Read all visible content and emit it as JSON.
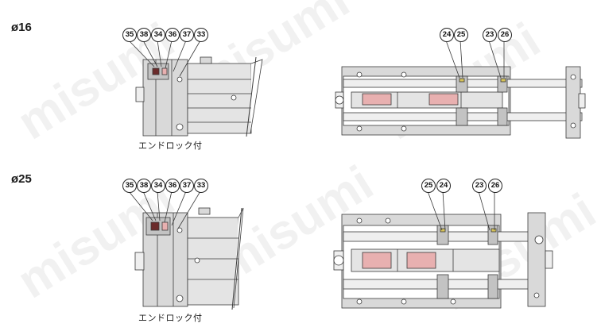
{
  "watermark": "misumi",
  "colors": {
    "body": "#d9d9d9",
    "body_dark": "#c3c3c3",
    "rod": "#efefef",
    "line": "#3a3a3a",
    "seal": "#e8b0b0",
    "seal_dark": "#6b2b2b",
    "ring_yellow": "#d8c45a"
  },
  "sections": [
    {
      "bore": "ø16",
      "left_view": {
        "caption": "エンドロック付",
        "callouts": [
          "35",
          "38",
          "34",
          "36",
          "37",
          "33"
        ]
      },
      "right_view": {
        "callouts": [
          "24",
          "25",
          "23",
          "26"
        ]
      }
    },
    {
      "bore": "ø25",
      "left_view": {
        "caption": "エンドロック付",
        "callouts": [
          "35",
          "38",
          "34",
          "36",
          "37",
          "33"
        ]
      },
      "right_view": {
        "callouts": [
          "25",
          "24",
          "23",
          "26"
        ]
      }
    }
  ]
}
